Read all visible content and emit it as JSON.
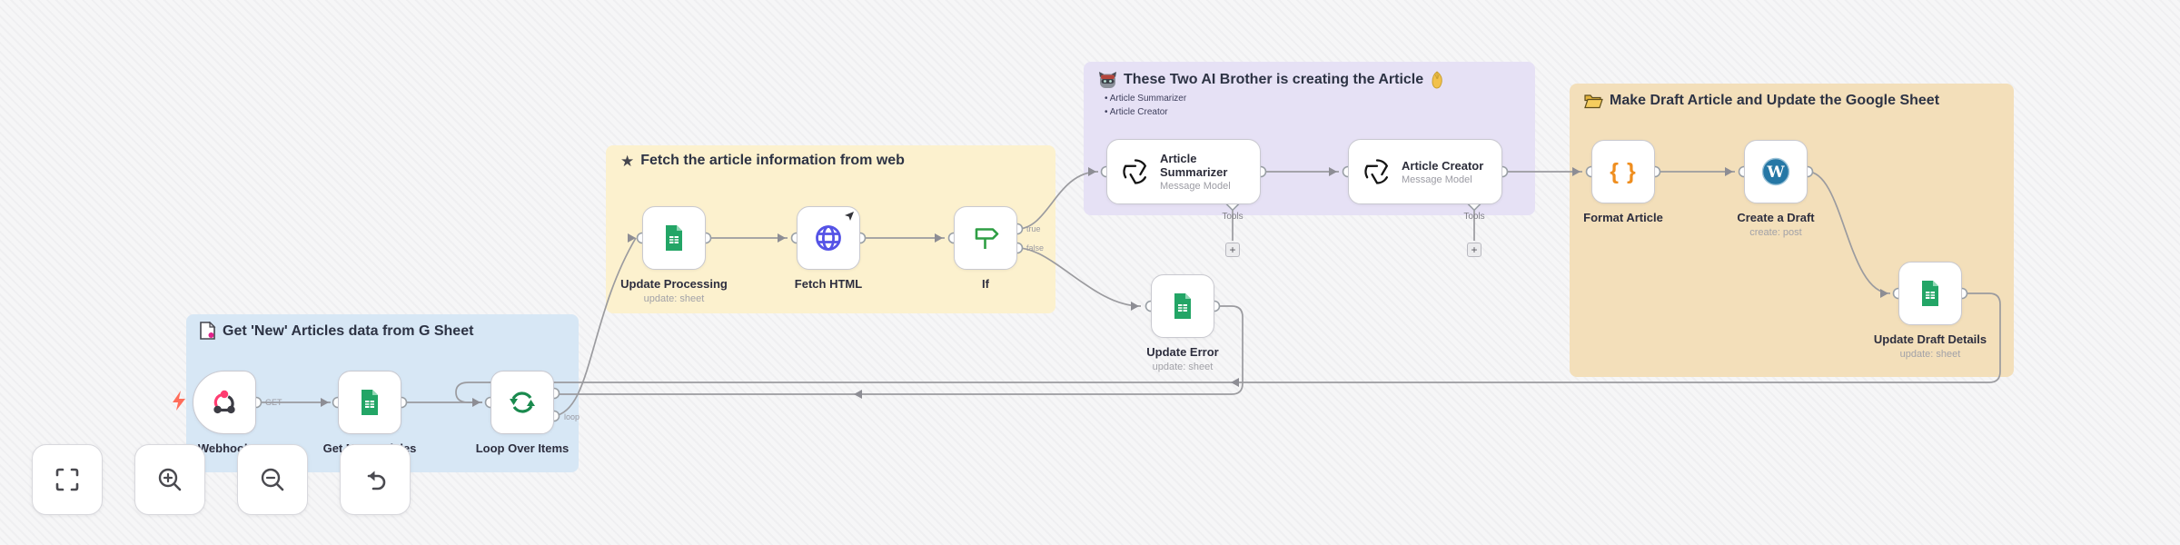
{
  "groups": [
    {
      "title": "Get 'New' Articles data from G Sheet",
      "icon": "document-icon",
      "color": "#d7e7f5"
    },
    {
      "title": "Fetch the article information from web",
      "icon": "star-icon",
      "color": "#fcf1ce"
    },
    {
      "title": "These Two AI Brother is creating the Article",
      "icon": "raccoon-face-icon",
      "emoji": "pinched-fingers",
      "bullets": [
        "Article Summarizer",
        "Article Creator"
      ],
      "color": "#e6e1f5"
    },
    {
      "title": "Make Draft Article and Update the Google Sheet",
      "icon": "folder-icon",
      "color": "#f3dfba"
    }
  ],
  "nodes": {
    "webhook": {
      "label": "Webhook",
      "output_label": "GET"
    },
    "get_articles": {
      "label": "Get New Articles"
    },
    "loop": {
      "label": "Loop Over Items",
      "output_label": "loop"
    },
    "update_processing": {
      "label": "Update Processing",
      "sublabel": "update: sheet"
    },
    "fetch_html": {
      "label": "Fetch HTML"
    },
    "if": {
      "label": "If",
      "true_label": "true",
      "false_label": "false"
    },
    "article_summarizer": {
      "label": "Article Summarizer",
      "sublabel": "Message Model",
      "port_label": "Tools"
    },
    "article_creator": {
      "label": "Article Creator",
      "sublabel": "Message Model",
      "port_label": "Tools"
    },
    "update_error": {
      "label": "Update Error",
      "sublabel": "update: sheet"
    },
    "format_article": {
      "label": "Format Article",
      "icon_text": "{ }"
    },
    "create_draft": {
      "label": "Create a Draft",
      "sublabel": "create: post"
    },
    "update_draft_details": {
      "label": "Update Draft Details",
      "sublabel": "update: sheet"
    }
  },
  "controls": {
    "fit_view": "fit view",
    "zoom_in": "zoom in",
    "zoom_out": "zoom out",
    "undo": "undo"
  },
  "colors": {
    "sheets_green": "#23a566",
    "loop_green": "#1a8a4e",
    "if_green": "#2e9e44",
    "globe_indigo": "#5553e6",
    "wordpress_blue": "#2577a5",
    "braces_orange": "#ef8e1f",
    "webhook_pink": "#ff3d71",
    "trigger_coral": "#ff6d5a",
    "line_gray": "#9b9b9f"
  }
}
